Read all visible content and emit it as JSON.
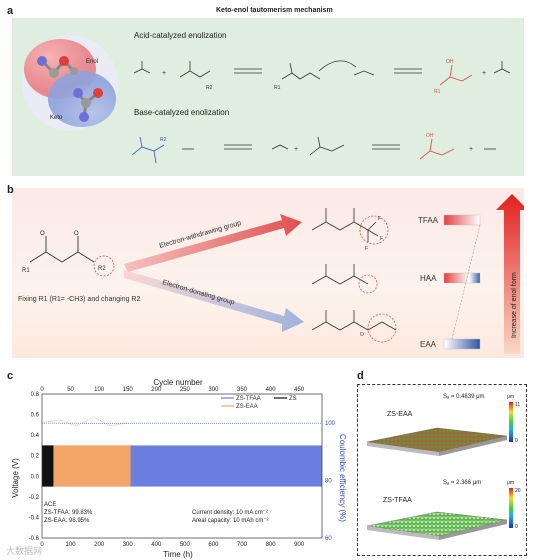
{
  "panel_a": {
    "label": "a",
    "title": "Keto-enol tautomerism mechanism",
    "acid_heading": "Acid-catalyzed enolization",
    "base_heading": "Base-catalyzed enolization",
    "enol_label": "Enol",
    "keto_label": "Keto",
    "r1": "R1",
    "r2": "R2",
    "oh": "OH",
    "plus": "+"
  },
  "panel_b": {
    "label": "b",
    "ewg_label": "Electron-withdrawing group",
    "edg_label": "Electron-donating group",
    "fixing_text": "Fixing R1 (R1= -CH3) and changing R2",
    "compounds": [
      "TFAA",
      "HAA",
      "EAA"
    ],
    "increase_label": "Increase of enol form",
    "f": "F",
    "o": "O",
    "r1": "R1",
    "r2": "R2"
  },
  "panel_c": {
    "label": "c",
    "top_axis_label": "Cycle number",
    "top_ticks": [
      "0",
      "50",
      "100",
      "150",
      "200",
      "250",
      "300",
      "350",
      "400",
      "450"
    ],
    "x_label": "Time (h)",
    "x_ticks": [
      "0",
      "100",
      "200",
      "300",
      "400",
      "500",
      "600",
      "700",
      "800",
      "900"
    ],
    "y_left_label": "Voltage (V)",
    "y_left_ticks": [
      "0.8",
      "0.6",
      "0.4",
      "0.2",
      "0.0",
      "-0.2",
      "-0.4",
      "-0.6"
    ],
    "y_right_label": "Coulombic efficiency (%)",
    "y_right_ticks": [
      "100",
      "80",
      "60"
    ],
    "legend": [
      "ZS-TFAA",
      "ZS-EAA",
      "ZS"
    ],
    "ace_label": "ACE",
    "ace_tfaa": "ZS-TFAA: 99.83%",
    "ace_eaa": "ZS-EAA: 98.95%",
    "current_density": "Current density: 10 mA cm⁻²",
    "areal_capacity": "Areal capacity: 10 mAh cm⁻²"
  },
  "panel_d": {
    "label": "d",
    "sample1": "ZS-EAA",
    "sa1": "Sₐ = 0.4839 μm",
    "sample2": "ZS-TFAA",
    "sa2": "Sₐ = 2.366 μm",
    "unit": "μm",
    "bar1_ticks": [
      "11",
      "0"
    ],
    "bar2_ticks": [
      "20",
      "0"
    ]
  },
  "watermark": "大数据网",
  "chart_data": {
    "type": "line",
    "title": "",
    "xlabel": "Time (h)",
    "ylabel": "Voltage (V)",
    "xlim": [
      0,
      980
    ],
    "ylim": [
      -0.6,
      0.8
    ],
    "y2label": "Coulombic efficiency (%)",
    "y2lim": [
      60,
      110
    ],
    "series": [
      {
        "name": "ZS",
        "axis": "voltage",
        "x_end": 40,
        "band": [
          -0.1,
          0.3
        ]
      },
      {
        "name": "ZS-EAA",
        "axis": "voltage",
        "x_end": 310,
        "band": [
          -0.1,
          0.3
        ]
      },
      {
        "name": "ZS-TFAA",
        "axis": "voltage",
        "x_end": 980,
        "band": [
          -0.1,
          0.3
        ]
      },
      {
        "name": "ZS-EAA",
        "axis": "ce",
        "x": [
          0,
          60,
          120,
          180,
          240,
          300
        ],
        "values": [
          100,
          101,
          99,
          102,
          99,
          100
        ]
      },
      {
        "name": "ZS-TFAA",
        "axis": "ce",
        "x": [
          0,
          200,
          400,
          600,
          800,
          980
        ],
        "values": [
          99.9,
          99.8,
          99.85,
          99.8,
          99.85,
          99.83
        ]
      }
    ]
  }
}
